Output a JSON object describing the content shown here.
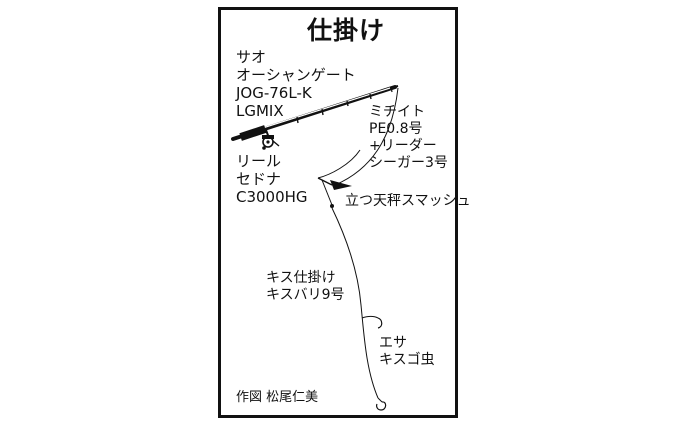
{
  "title": "仕掛け",
  "rod": {
    "lines": [
      "サオ",
      "オーシャンゲート",
      "JOG-76L-K",
      "LGMIX"
    ]
  },
  "main_line": {
    "lines": [
      "ミチイト",
      "PE0.8号",
      "+リーダー",
      "シーガー3号"
    ]
  },
  "reel": {
    "lines": [
      "リール",
      "セドナ",
      "C3000HG"
    ]
  },
  "sinker": {
    "label": "立つ天秤スマッシュ"
  },
  "rig": {
    "lines": [
      "キス仕掛け",
      "キスバリ9号"
    ]
  },
  "bait": {
    "lines": [
      "エサ",
      "キスゴ虫"
    ]
  },
  "credit": "作図 松尾仁美"
}
